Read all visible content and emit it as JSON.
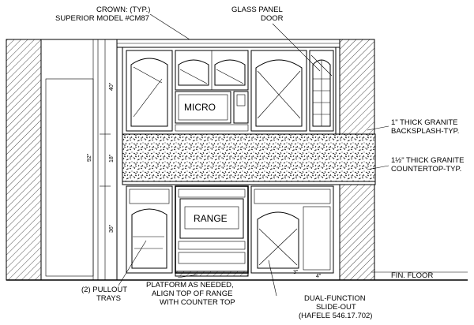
{
  "labels": {
    "crown_line1": "CROWN: (TYP.)",
    "crown_line2": "SUPERIOR MODEL #CM87",
    "glass_line1": "GLASS PANEL",
    "glass_line2": "DOOR",
    "backsplash_line1": "1\" THICK GRANITE",
    "backsplash_line2": "BACKSPLASH-TYP.",
    "countertop_line1": "1½\" THICK GRANITE",
    "countertop_line2": "COUNTERTOP-TYP.",
    "micro": "MICRO",
    "range": "RANGE",
    "fin_floor": "FIN. FLOOR",
    "pullout_line1": "(2) PULLOUT",
    "pullout_line2": "TRAYS",
    "platform_line1": "PLATFORM AS NEEDED,",
    "platform_line2": "ALIGN TOP OF RANGE",
    "platform_line3": "WITH COUNTER TOP",
    "dual_line1": "DUAL-FUNCTION",
    "dual_line2": "SLIDE-OUT",
    "dual_line3": "(HAFELE 546.17.702)"
  },
  "dimensions": {
    "overall": "92\"",
    "upper": "40\"",
    "splash": "18\"",
    "base": "36\"",
    "toe": "4\"",
    "toe_side": "3\""
  }
}
